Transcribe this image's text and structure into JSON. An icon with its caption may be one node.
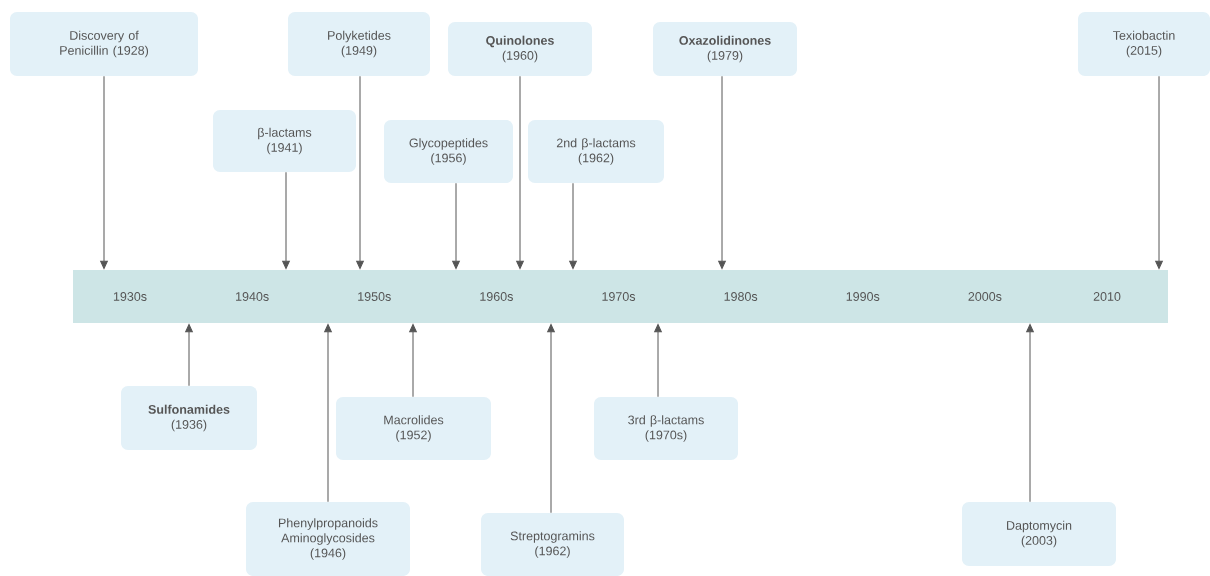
{
  "diagram": {
    "nodes": [
      {
        "text": [
          "Discovery of Penicillin (1928)"
        ]
      },
      {
        "text": [
          "β-lactams (1941)"
        ]
      },
      {
        "text": [
          "Polyketides (1949)"
        ]
      },
      {
        "text": [
          "Glycopeptides (1956)"
        ]
      },
      {
        "text": [
          "**Quinolones** (1960)"
        ]
      },
      {
        "text": [
          "2nd β-lactams (1962)"
        ]
      },
      {
        "text": [
          "**Oxazolidinones** (1979)"
        ]
      },
      {
        "text": [
          "Texiobactin (2015)"
        ]
      },
      {
        "text": [
          "1930s",
          "1940s",
          "1950s",
          "1960s",
          "1970s",
          "1980s",
          "1990s",
          "2000s",
          "2010"
        ]
      },
      {
        "text": [
          "**Sulfonamides** (1936)"
        ]
      },
      {
        "text": [
          "Phenylpropanoids Aminoglycosides (1946)"
        ]
      },
      {
        "text": [
          "Macrolides (1952)"
        ]
      },
      {
        "text": [
          "Streptogramins (1962)"
        ]
      },
      {
        "text": [
          "3rd β-lactams (1970s)"
        ]
      },
      {
        "text": [
          "Daptomycin (2003)"
        ]
      }
    ],
    "edges": [
      {
        "from": 0,
        "to": 8,
        "arrow": "to"
      },
      {
        "from": 1,
        "to": 8,
        "arrow": "to"
      },
      {
        "from": 2,
        "to": 8,
        "arrow": "to"
      },
      {
        "from": 3,
        "to": 8,
        "arrow": "to"
      },
      {
        "from": 4,
        "to": 8,
        "arrow": "to"
      },
      {
        "from": 5,
        "to": 8,
        "arrow": "to"
      },
      {
        "from": 6,
        "to": 8,
        "arrow": "to"
      },
      {
        "from": 7,
        "to": 8,
        "arrow": "to"
      },
      {
        "from": 9,
        "to": 8,
        "arrow": "to"
      },
      {
        "from": 10,
        "to": 8,
        "arrow": "to"
      },
      {
        "from": 11,
        "to": 8,
        "arrow": "to"
      },
      {
        "from": 12,
        "to": 8,
        "arrow": "to"
      },
      {
        "from": 13,
        "to": 8,
        "arrow": "to"
      },
      {
        "from": 14,
        "to": 8,
        "arrow": "to"
      }
    ]
  }
}
